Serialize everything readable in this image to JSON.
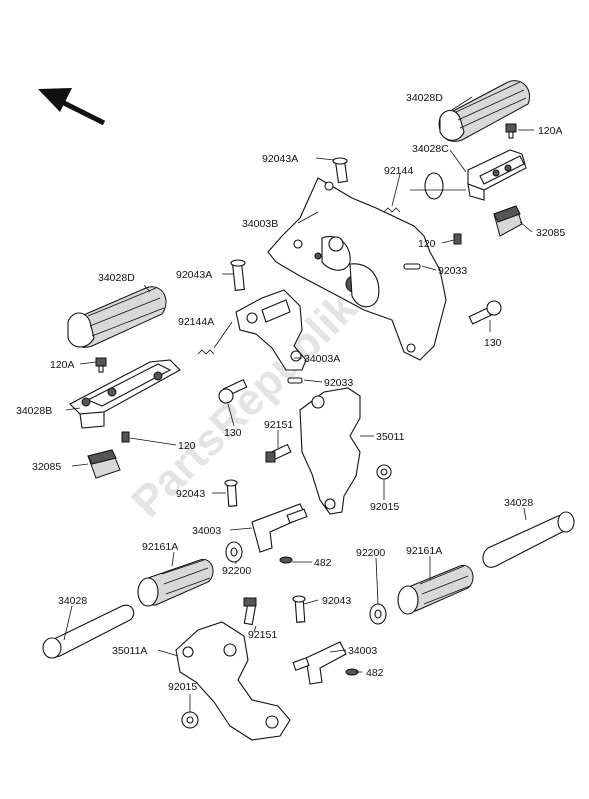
{
  "watermark": "PartsRepublik",
  "labels": {
    "p34028D_top": "34028D",
    "p120A_top": "120A",
    "p92043A_top": "92043A",
    "p34028C": "34028C",
    "p92144_top": "92144",
    "p34003B": "34003B",
    "p120_top": "120",
    "p32085_top": "32085",
    "p92033_top": "92033",
    "p34028D_left": "34028D",
    "p92043A_mid": "92043A",
    "p92144A": "92144A",
    "p120A_left": "120A",
    "p34003A": "34003A",
    "p130_right": "130",
    "p92033_mid": "92033",
    "p34028B": "34028B",
    "p130_mid": "130",
    "p92151_mid": "92151",
    "p35011": "35011",
    "p120_left": "120",
    "p32085_left": "32085",
    "p92043_mid": "92043",
    "p92015_right": "92015",
    "p34028_right": "34028",
    "p34003_mid": "34003",
    "p482_mid": "482",
    "p92161A_left": "92161A",
    "p92161A_right": "92161A",
    "p92200_left": "92200",
    "p92200_right": "92200",
    "p34028_left": "34028",
    "p92043_low": "92043",
    "p92151_low": "92151",
    "p35011A": "35011A",
    "p34003_low": "34003",
    "p482_low": "482",
    "p92015_low": "92015"
  }
}
